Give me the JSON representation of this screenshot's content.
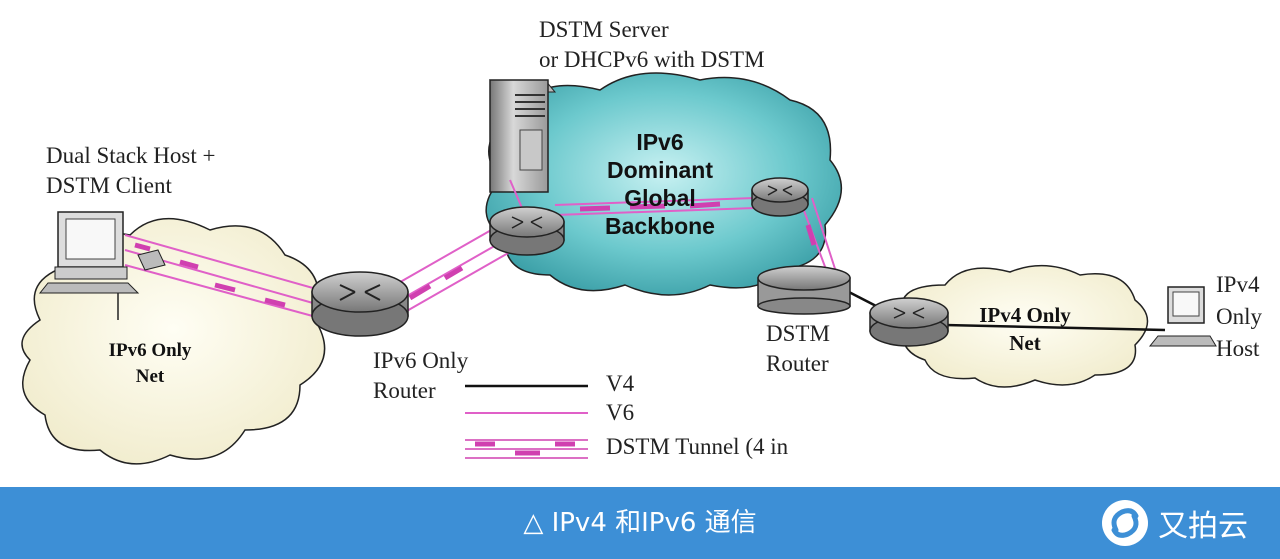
{
  "labels": {
    "server": [
      "DSTM Server",
      "or DHCPv6 with DSTM"
    ],
    "host": [
      "Dual Stack Host +",
      "DSTM Client"
    ],
    "ipv6_router": [
      "IPv6 Only",
      "Router"
    ],
    "dstm_router": [
      "DSTM",
      "Router"
    ],
    "ipv4_host": [
      "IPv4",
      "Only",
      "Host"
    ]
  },
  "clouds": {
    "backbone": [
      "IPv6",
      "Dominant",
      "Global",
      "Backbone"
    ],
    "ipv6_net": [
      "IPv6 Only",
      "Net"
    ],
    "ipv4_net": [
      "IPv4 Only",
      "Net"
    ]
  },
  "legend": {
    "v4": "V4",
    "v6": "V6",
    "tunnel": "DSTM Tunnel (4 in"
  },
  "colors": {
    "v4_line": "#111111",
    "v6_line": "#e060c8",
    "tunnel": "#d040b0",
    "backbone_cloud": "#5ec3c8",
    "caption_bar": "#3d8fd6"
  },
  "caption": "△  IPv4 和IPv6 通信",
  "brand": "又拍云"
}
